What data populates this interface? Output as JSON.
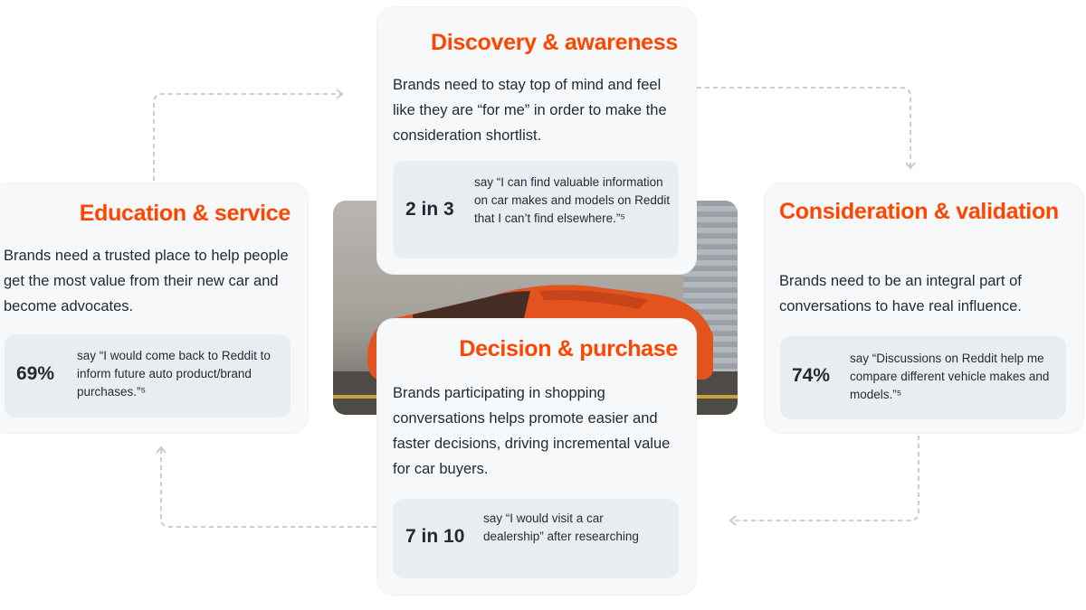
{
  "cards": {
    "discovery": {
      "title": "Discovery & awareness",
      "description": "Brands need to stay top of mind and feel like they are “for me” in order to make the consideration shortlist.",
      "stat_value": "2 in 3",
      "stat_quote": "say “I can find valuable information on car makes and models on Reddit that I can’t find elsewhere.”⁵"
    },
    "consideration": {
      "title": "Consideration & validation",
      "description": "Brands need to be an integral part of conversations to have real influence.",
      "stat_value": "74%",
      "stat_quote": "say “Discussions on Reddit help me compare different vehicle makes and models.”⁵"
    },
    "decision": {
      "title": "Decision & purchase",
      "description": "Brands participating in shopping conversations helps promote easier and faster decisions, driving incremental value for car buyers.",
      "stat_value": "7 in 10",
      "stat_quote": "say “I would visit a car dealership” after researching"
    },
    "education": {
      "title": "Education & service",
      "description": "Brands need a trusted place to help people get the most value from their new car and become advocates.",
      "stat_value": "69%",
      "stat_quote": "say “I would come back to Reddit to inform future auto product/brand purchases.”⁵"
    }
  },
  "colors": {
    "accent": "#ff4500",
    "card_background": "#f6f8fa",
    "stat_background": "#e9edf2",
    "text": "#1f2a33",
    "connector": "#c4c8cc"
  },
  "image": {
    "subject": "orange-sports-car-photo"
  }
}
